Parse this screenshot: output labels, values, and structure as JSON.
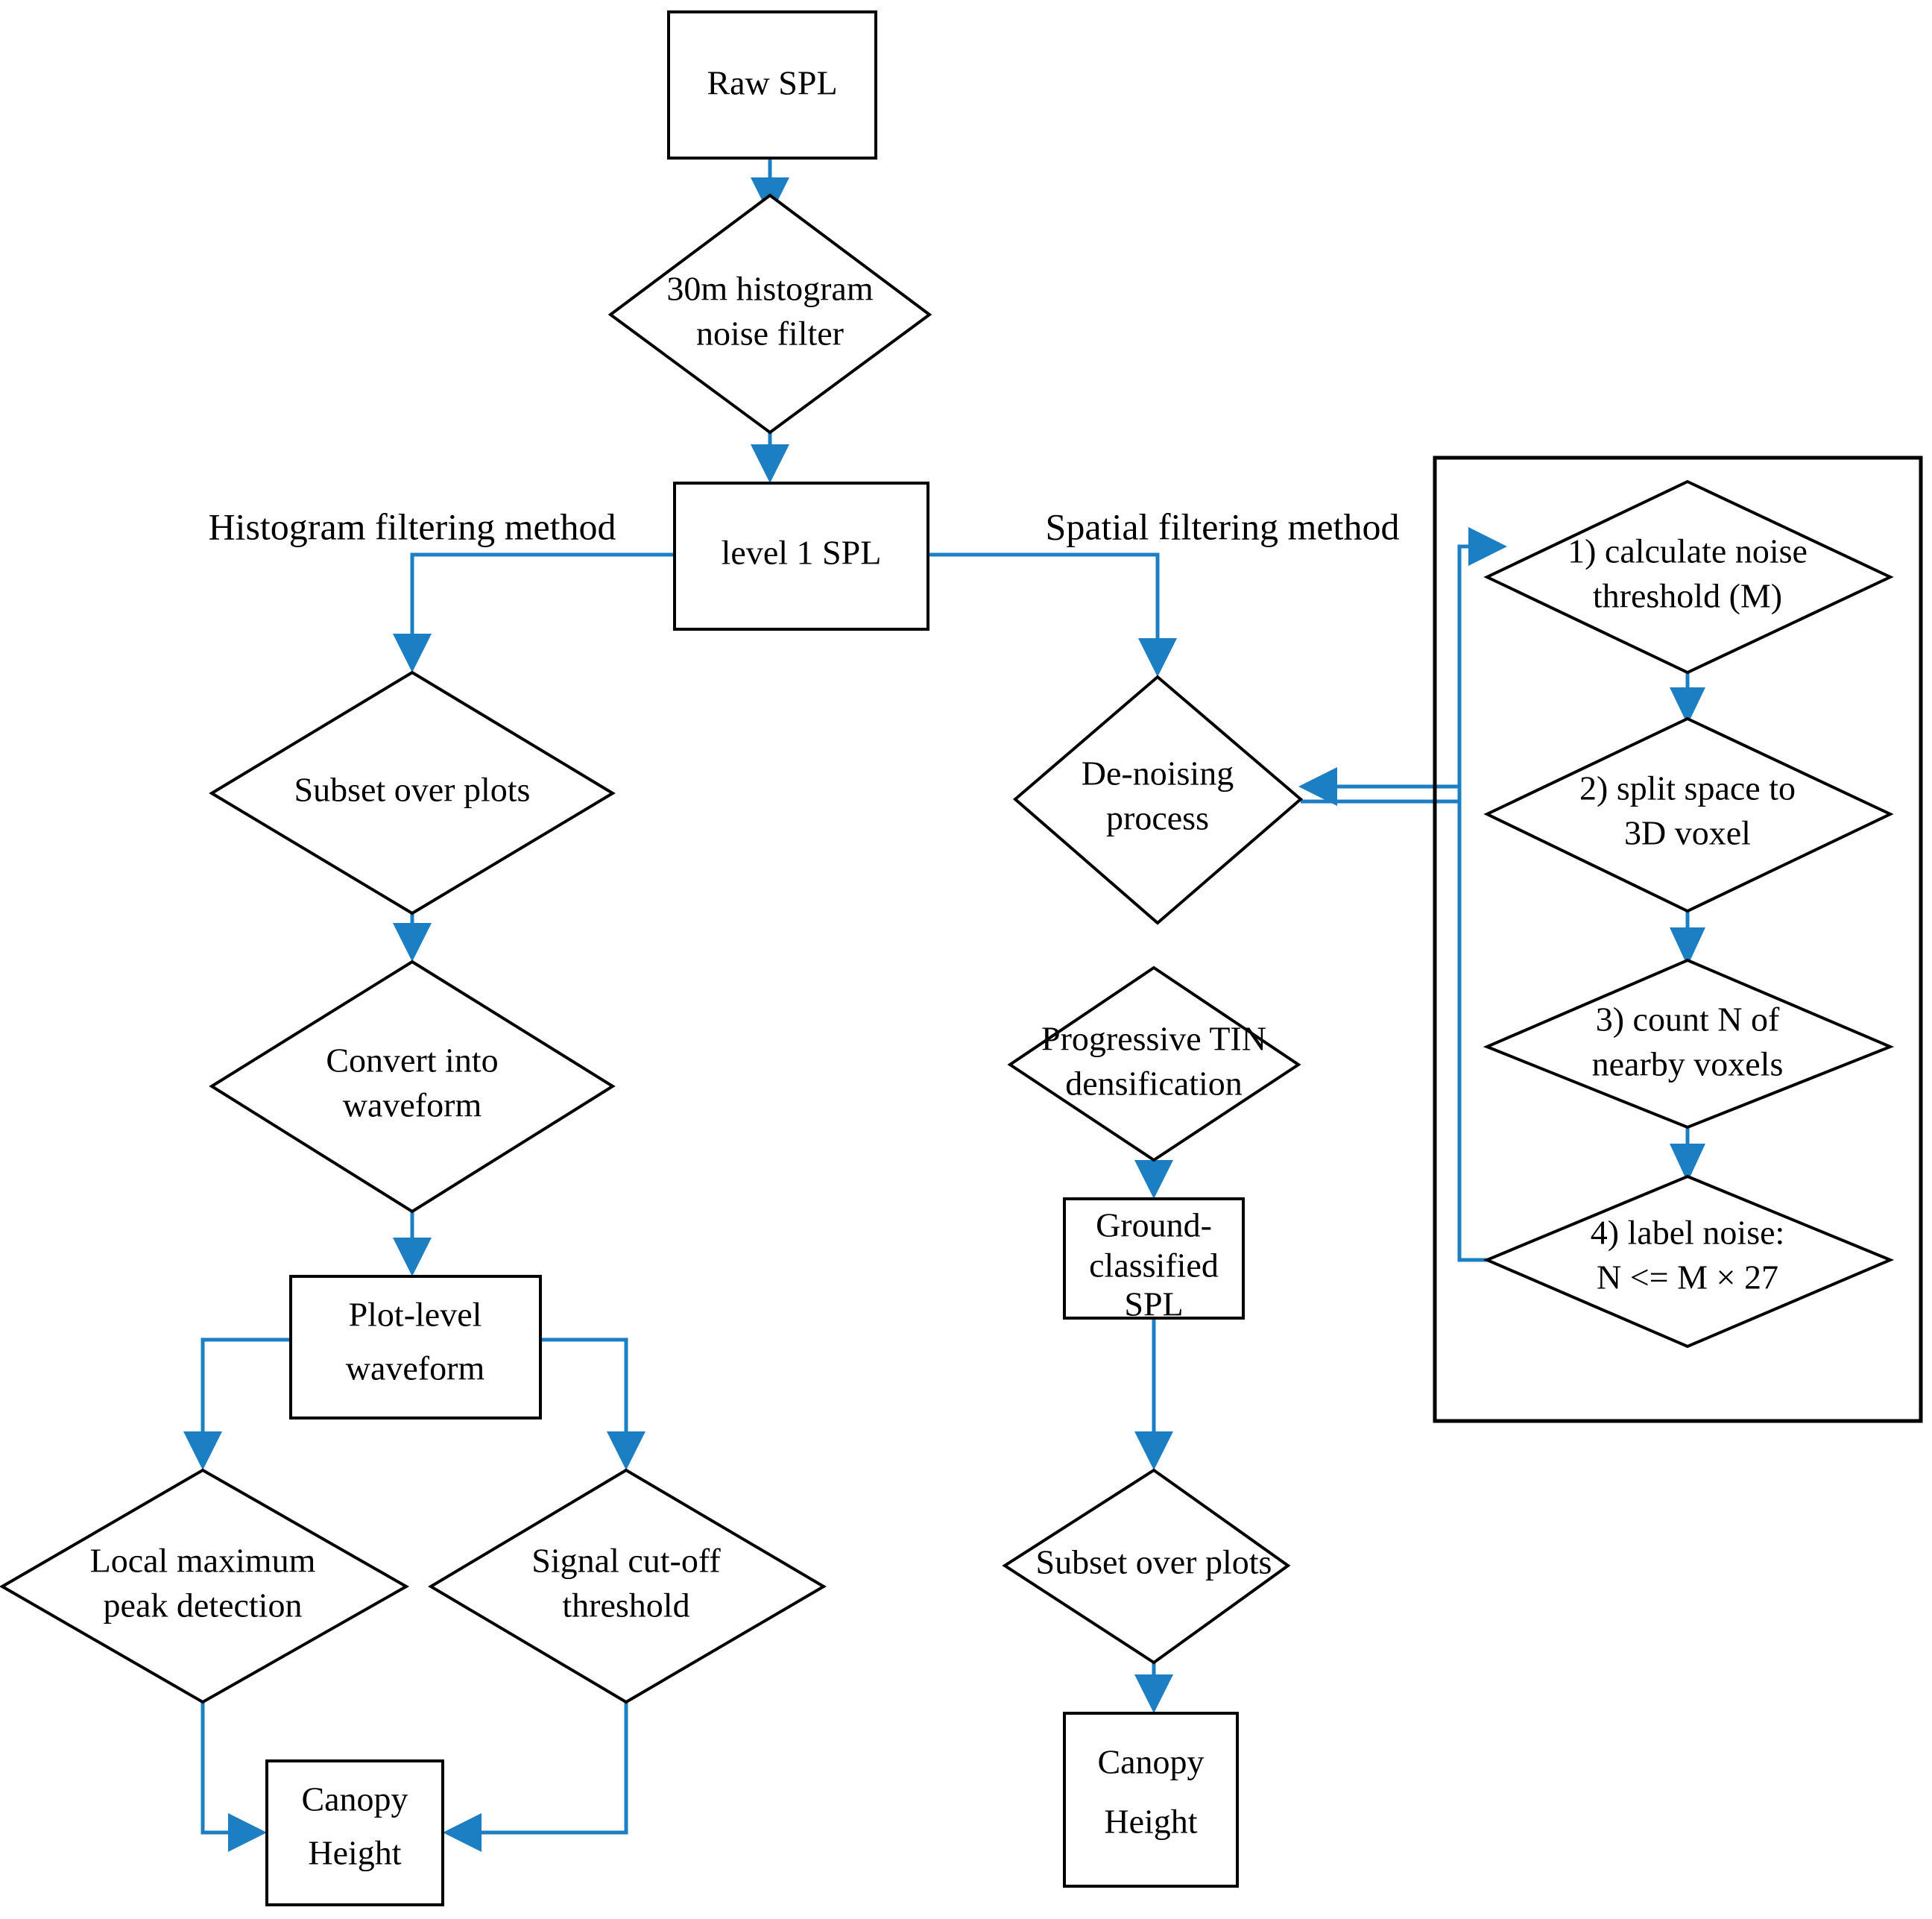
{
  "diagram": {
    "title": "SPL canopy height processing workflow",
    "colors": {
      "connector": "#1c7fc4",
      "shape_stroke": "#000000",
      "shape_fill": "#ffffff",
      "background": "#ffffff"
    },
    "branch_labels": {
      "left": "Histogram filtering method",
      "right": "Spatial filtering method"
    },
    "nodes": {
      "raw_spl": {
        "shape": "rect",
        "label": "Raw SPL"
      },
      "noise_filter": {
        "shape": "diamond",
        "line1": "30m histogram",
        "line2": "noise filter"
      },
      "level1_spl": {
        "shape": "rect",
        "label": "level 1 SPL"
      },
      "subset_left": {
        "shape": "diamond",
        "line1": "Subset over plots",
        "line2": ""
      },
      "convert_waveform": {
        "shape": "diamond",
        "line1": "Convert into",
        "line2": "waveform"
      },
      "plot_level_waveform": {
        "shape": "rect",
        "line1": "Plot-level",
        "line2": "waveform"
      },
      "local_max_peak": {
        "shape": "diamond",
        "line1": "Local maximum",
        "line2": "peak detection"
      },
      "signal_cutoff": {
        "shape": "diamond",
        "line1": "Signal cut-off",
        "line2": "threshold"
      },
      "canopy_height_left": {
        "shape": "rect",
        "line1": "Canopy",
        "line2": "Height"
      },
      "denoising": {
        "shape": "diamond",
        "line1": "De-noising",
        "line2": "process"
      },
      "progressive_tin": {
        "shape": "diamond",
        "line1": "Progressive TIN",
        "line2": "densification"
      },
      "ground_classified": {
        "shape": "rect",
        "line1": "Ground-",
        "line2": "classified",
        "line3": "SPL"
      },
      "subset_right": {
        "shape": "diamond",
        "line1": "Subset over plots",
        "line2": ""
      },
      "canopy_height_right": {
        "shape": "rect",
        "line1": "Canopy",
        "line2": "Height"
      },
      "step1": {
        "shape": "diamond",
        "line1": "1) calculate noise",
        "line2": "threshold (M)"
      },
      "step2": {
        "shape": "diamond",
        "line1": "2) split space to",
        "line2": "3D voxel"
      },
      "step3": {
        "shape": "diamond",
        "line1": "3) count N of",
        "line2": "nearby voxels"
      },
      "step4": {
        "shape": "diamond",
        "line1": "4) label noise:",
        "line2": "N <= M × 27"
      }
    }
  }
}
